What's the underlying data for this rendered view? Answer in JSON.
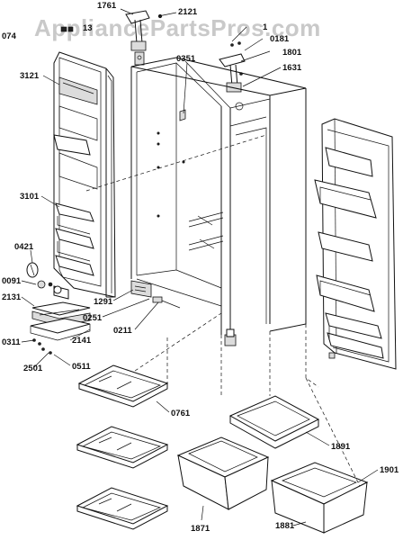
{
  "watermark": "AppliancePartsPros.com",
  "labels": {
    "l1761": "1761",
    "l2121": "2121",
    "l074": "074",
    "l13": "13",
    "l1x": "1",
    "l0181": "0181",
    "l1801": "1801",
    "l1631": "1631",
    "l0351": "0351",
    "l3121": "3121",
    "l3101": "3101",
    "l0421": "0421",
    "l0091": "0091",
    "l2131": "2131",
    "l1291": "1291",
    "l0251": "0251",
    "l0211": "0211",
    "l0311": "0311",
    "l2141": "2141",
    "l2501": "2501",
    "l0511": "0511",
    "l0761": "0761",
    "l1891": "1891",
    "l1901": "1901",
    "l1871": "1871",
    "l1881": "1881"
  }
}
